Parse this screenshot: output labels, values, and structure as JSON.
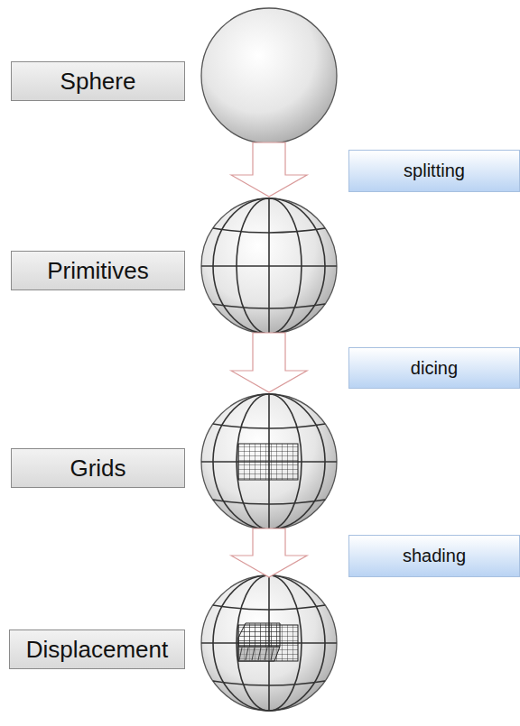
{
  "diagram": {
    "nodes": [
      {
        "text": [
          "Sphere"
        ]
      },
      {
        "text": [
          "splitting"
        ]
      },
      {
        "text": [
          "Primitives"
        ]
      },
      {
        "text": [
          "dicing"
        ]
      },
      {
        "text": [
          "Grids"
        ]
      },
      {
        "text": [
          "shading"
        ]
      },
      {
        "text": [
          "Displacement"
        ]
      }
    ]
  }
}
